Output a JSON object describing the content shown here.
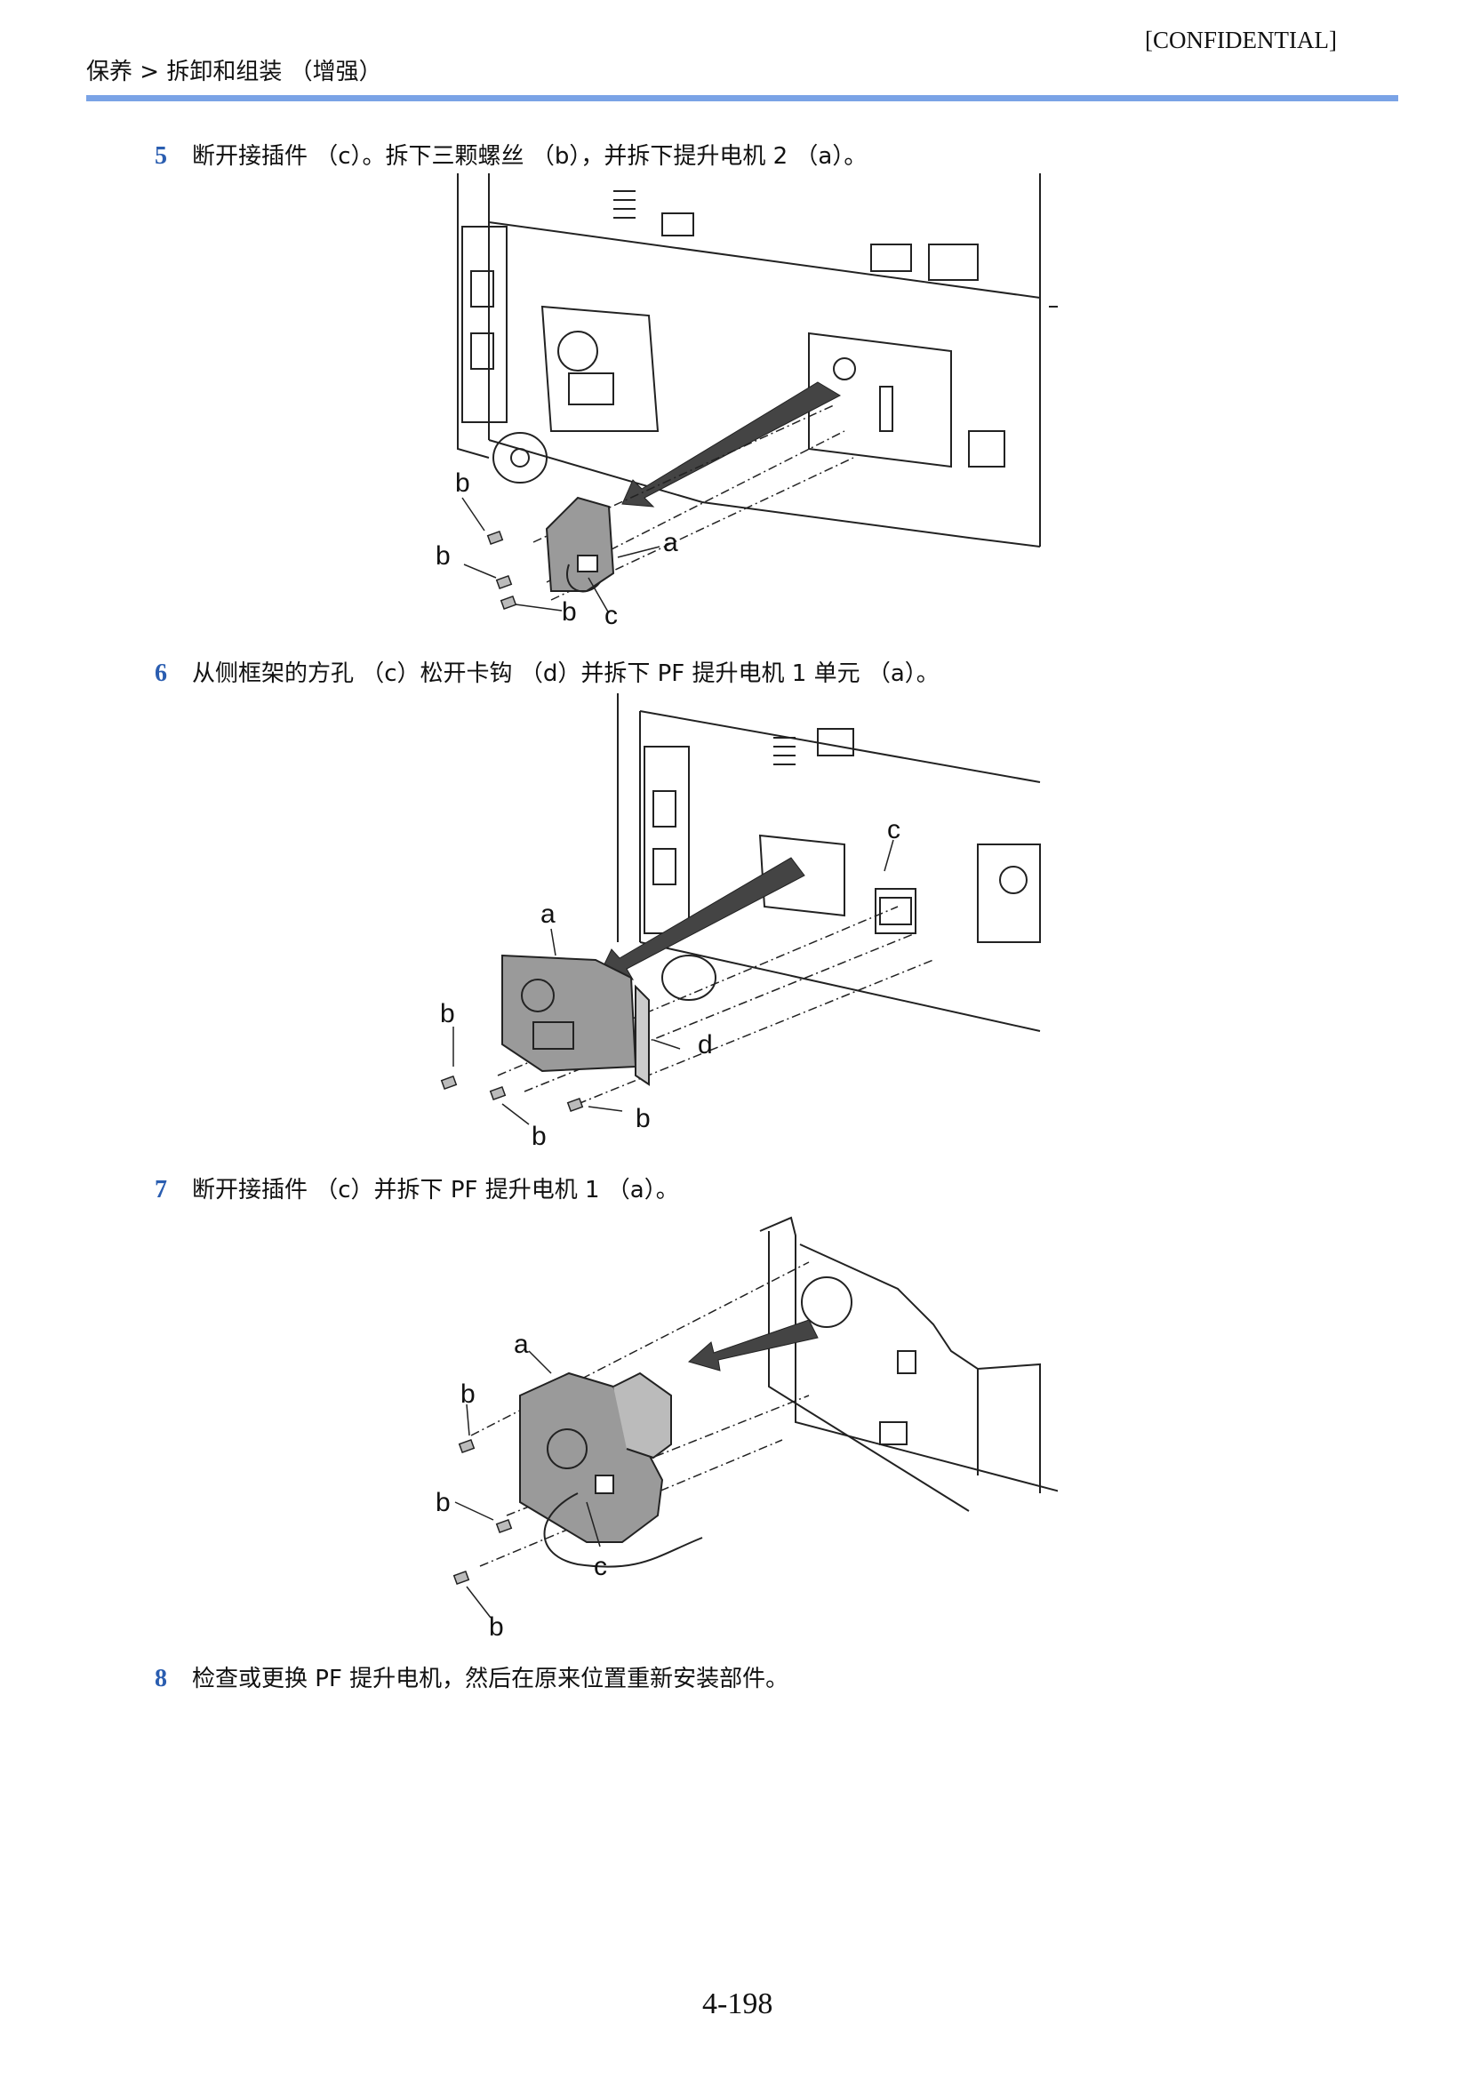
{
  "header": {
    "confidential": "[CONFIDENTIAL]",
    "breadcrumb": "保养 > 拆卸和组装 （增强）"
  },
  "steps": [
    {
      "number": "5",
      "text": "断开接插件 （c）。拆下三颗螺丝 （b），并拆下提升电机 2 （a）。"
    },
    {
      "number": "6",
      "text": "从侧框架的方孔 （c）松开卡钩 （d）并拆下 PF 提升电机 1 单元 （a）。"
    },
    {
      "number": "7",
      "text": "断开接插件 （c）并拆下 PF 提升电机 1 （a）。"
    },
    {
      "number": "8",
      "text": "检查或更换 PF 提升电机，然后在原来位置重新安装部件。"
    }
  ],
  "figures": {
    "fig1": {
      "labels": {
        "b1": "b",
        "b2": "b",
        "b3": "b",
        "a": "a",
        "c": "c"
      }
    },
    "fig2": {
      "labels": {
        "c": "c",
        "a": "a",
        "b1": "b",
        "d": "d",
        "b2": "b",
        "b3": "b"
      }
    },
    "fig3": {
      "labels": {
        "a": "a",
        "b1": "b",
        "b2": "b",
        "c": "c",
        "b3": "b"
      }
    }
  },
  "footer": {
    "page_number": "4-198"
  }
}
